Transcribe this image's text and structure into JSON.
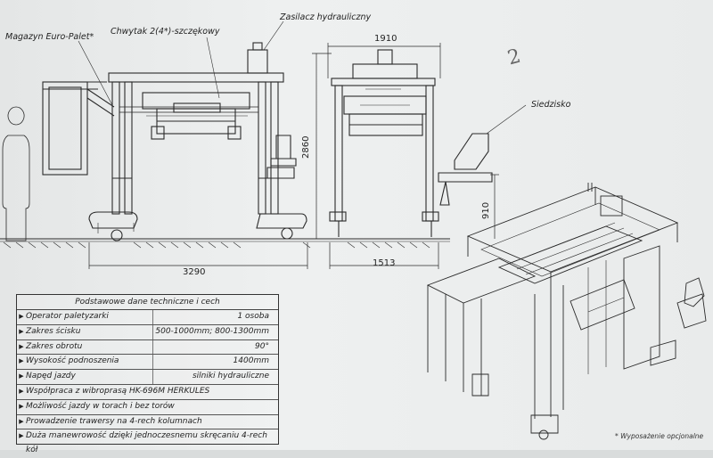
{
  "labels": {
    "magazyn": "Magazyn Euro-Palet*",
    "chwytak": "Chwytak 2(4*)-szczękowy",
    "zasilacz": "Zasilacz hydrauliczny",
    "siedzisko": "Siedzisko",
    "handwritten": "2"
  },
  "dimensions": {
    "width_top": "1910",
    "height_total": "2860",
    "height_seat": "910",
    "length_bottom": "3290",
    "width_bottom": "1513"
  },
  "table": {
    "title": "Podstawowe dane techniczne i cech",
    "rows": [
      {
        "label": "Operator paletyzarki",
        "value": "1 osoba"
      },
      {
        "label": "Zakres ścisku",
        "value": "500-1000mm; 800-1300mm"
      },
      {
        "label": "Zakres obrotu",
        "value": "90°"
      },
      {
        "label": "Wysokość podnoszenia",
        "value": "1400mm"
      },
      {
        "label": "Napęd jazdy",
        "value": "silniki hydrauliczne"
      }
    ],
    "full_rows": [
      "Współpraca z wibroprasą HK-696M HERKULES",
      "Możliwość jazdy w torach i bez torów",
      "Prowadzenie trawersy na 4-rech kolumnach",
      "Duża manewrowość dzięki jednoczesnemu skręcaniu 4-rech kół"
    ]
  },
  "footnote": "* Wyposażenie opcjonalne"
}
